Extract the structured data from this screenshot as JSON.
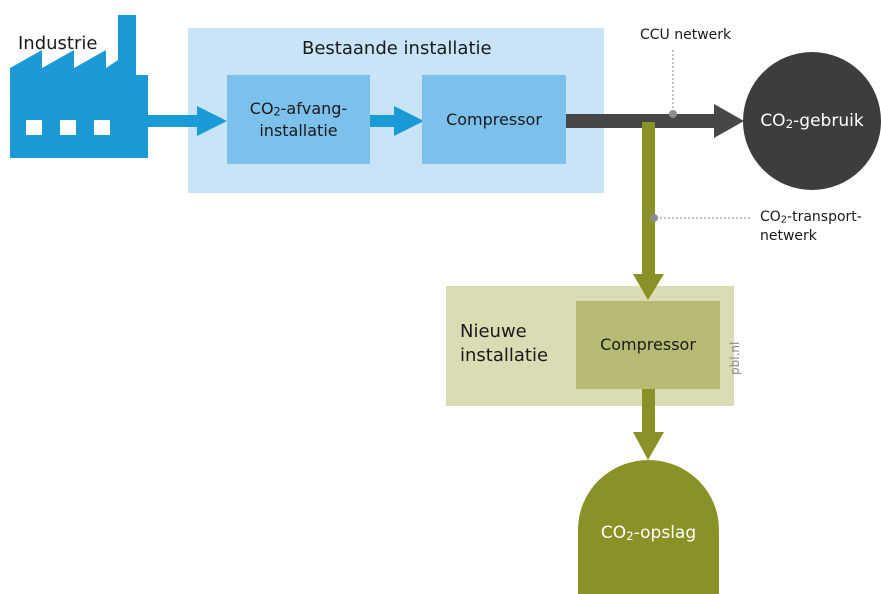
{
  "industry_label": "Industrie",
  "existing_installation": {
    "title": "Bestaande installatie",
    "capture_box": {
      "prefix": "CO",
      "subscript": "2",
      "suffix": "-afvang-",
      "line2": "installatie"
    },
    "compressor_label": "Compressor"
  },
  "ccu_network_label": "CCU netwerk",
  "co2_use": {
    "prefix": "CO",
    "subscript": "2",
    "suffix": "-gebruik"
  },
  "transport_network": {
    "prefix": "CO",
    "subscript": "2",
    "suffix": "-transport-",
    "line2": "netwerk"
  },
  "new_installation": {
    "title_line1": "Nieuwe",
    "title_line2": "installatie",
    "compressor_label": "Compressor"
  },
  "co2_storage": {
    "prefix": "CO",
    "subscript": "2",
    "suffix": "-opslag"
  },
  "source_credit": "pbl.nl",
  "colors": {
    "blue_light_bg": "#c9e3f7",
    "blue_box": "#7cc0ec",
    "blue_arrow": "#1a9bd7",
    "dark_arrow": "#474747",
    "dark_circle": "#3d3d3d",
    "olive_arrow": "#8a9127",
    "olive_light_bg": "#dcdcb4",
    "olive_box": "#b7ba72",
    "olive_circle": "#8a9127"
  }
}
